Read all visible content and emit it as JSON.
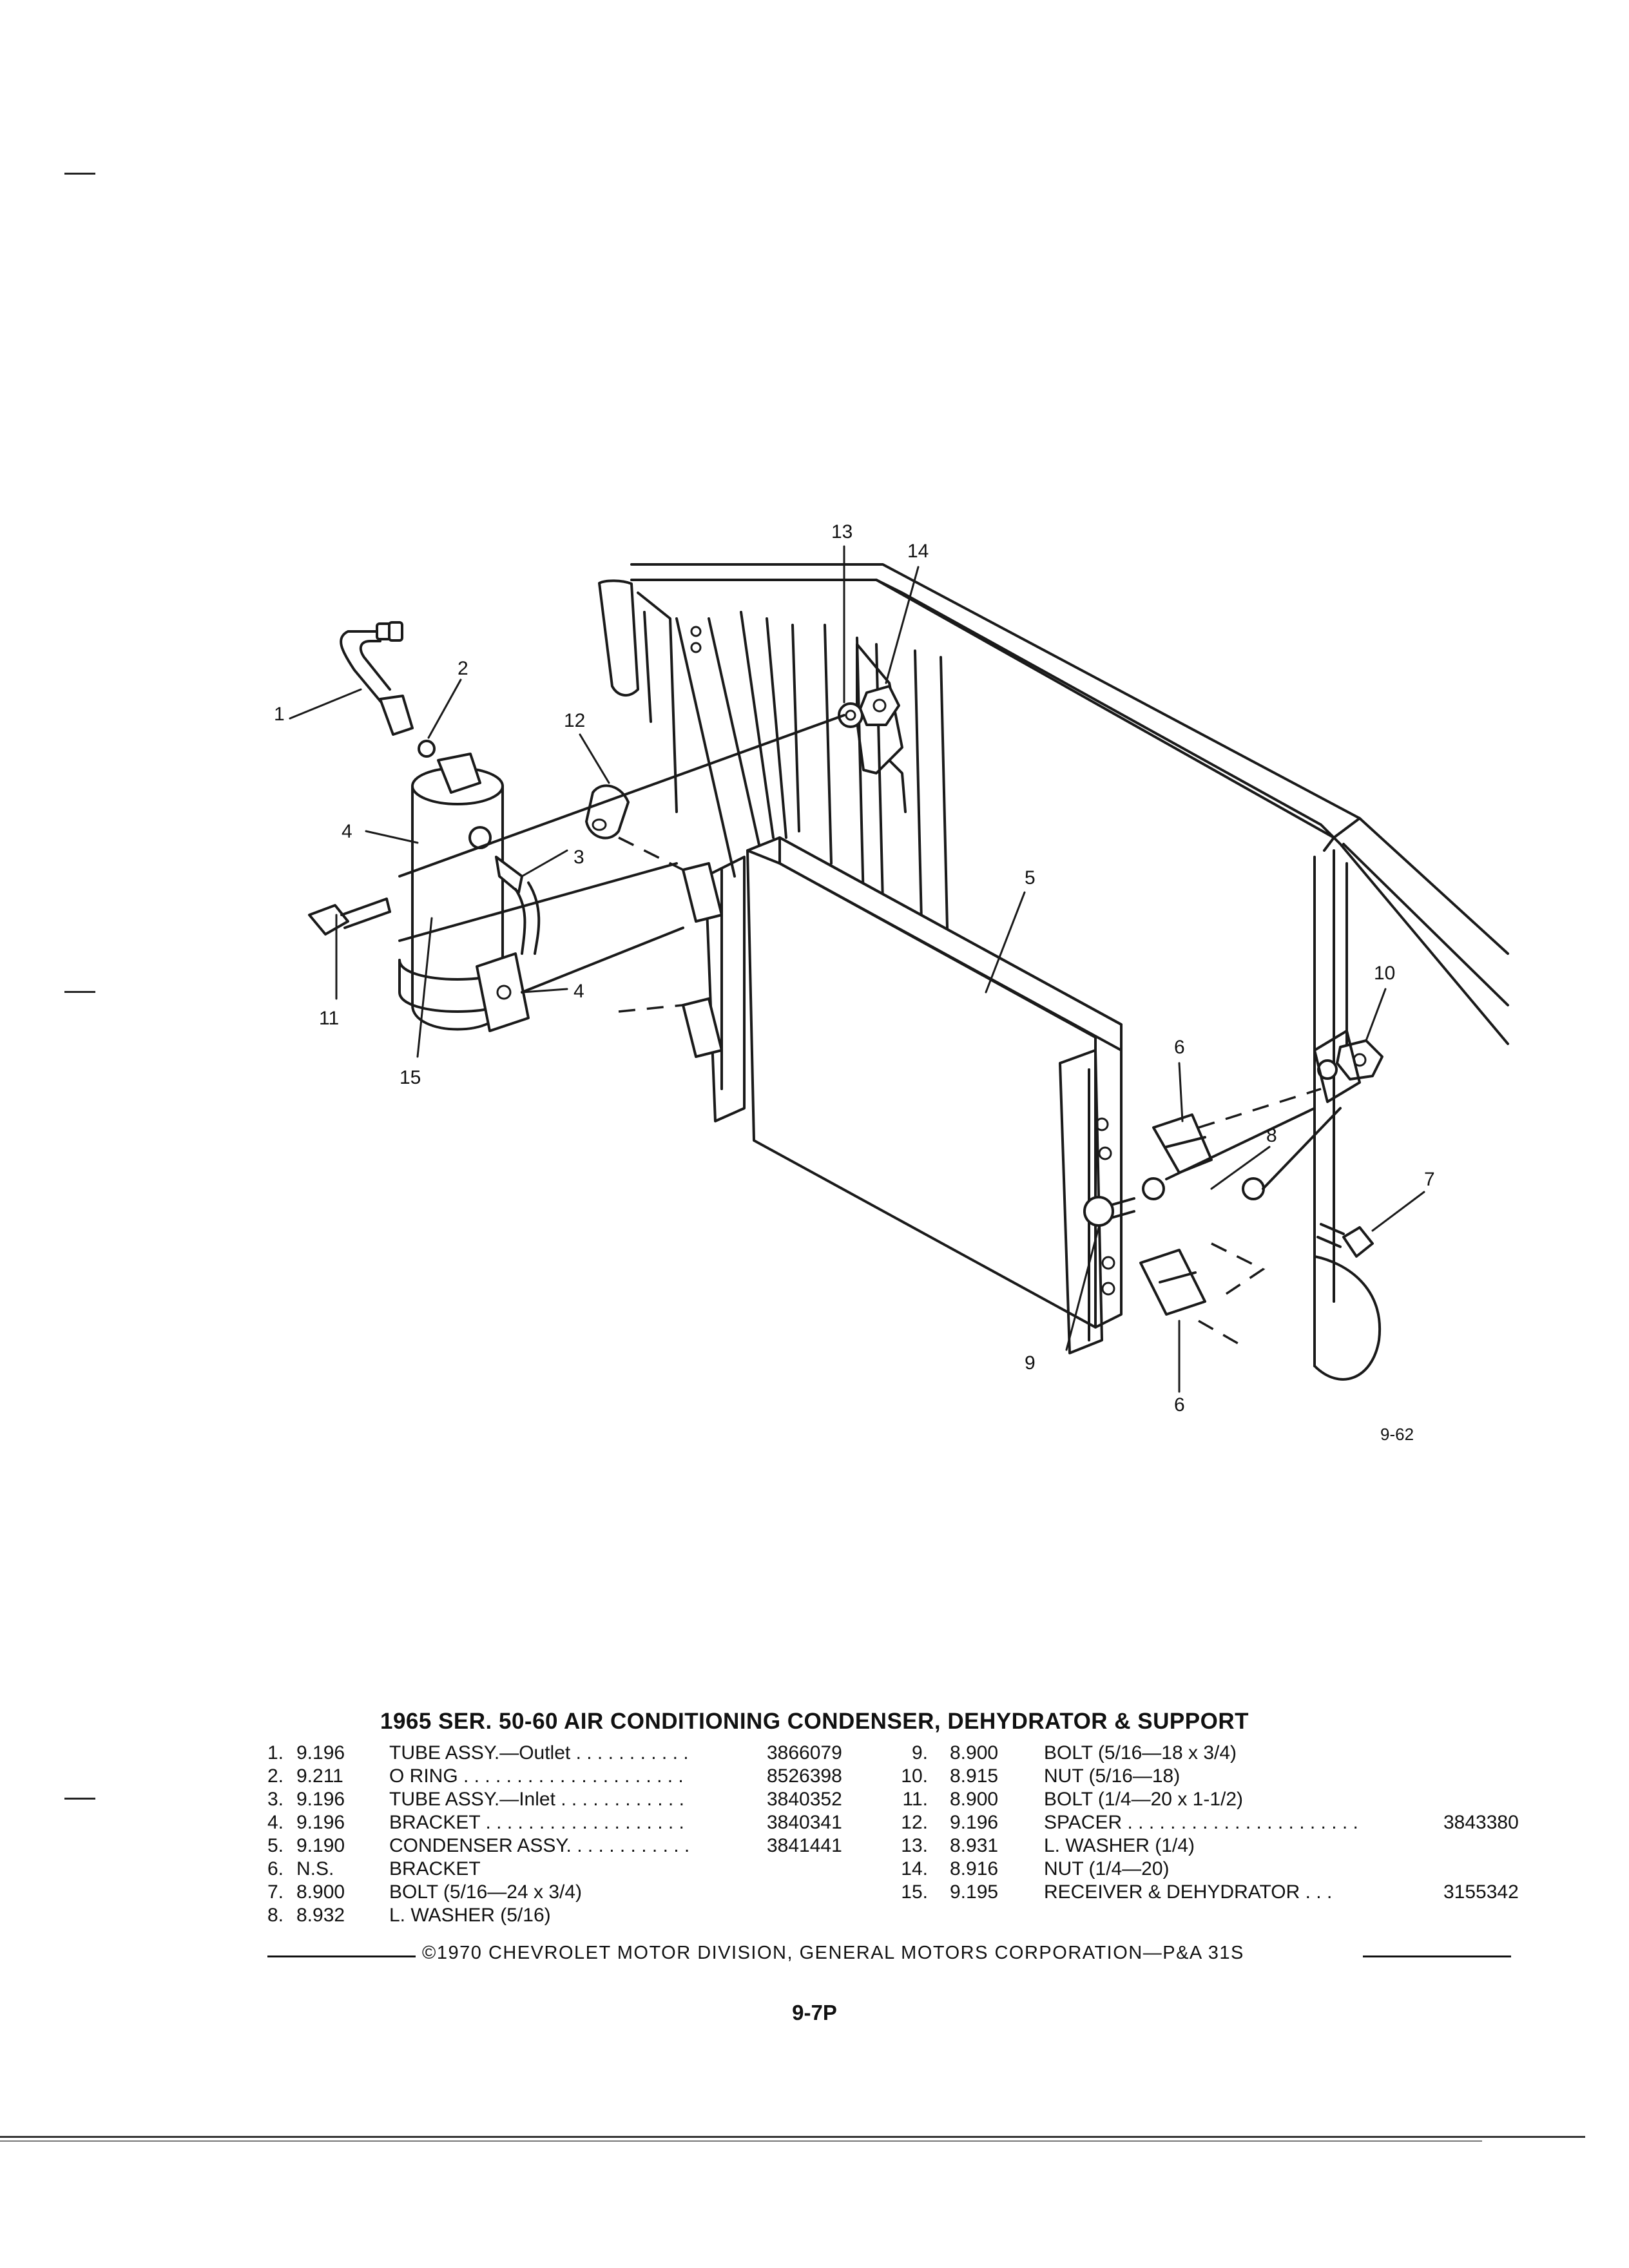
{
  "figure": {
    "callouts": [
      "1",
      "2",
      "3",
      "4",
      "4",
      "5",
      "6",
      "6",
      "7",
      "8",
      "9",
      "10",
      "11",
      "12",
      "13",
      "14",
      "15"
    ],
    "figure_id": "9-62"
  },
  "title": "1965 SER. 50-60 AIR CONDITIONING CONDENSER, DEHYDRATOR & SUPPORT",
  "parts_left": [
    {
      "num": "1.",
      "group": "9.196",
      "desc": "TUBE ASSY.—Outlet . . . . . . . . . . .",
      "part": "3866079"
    },
    {
      "num": "2.",
      "group": "9.211",
      "desc": "O RING . . . . . . . . . . . . . . . . . . . . .",
      "part": "8526398"
    },
    {
      "num": "3.",
      "group": "9.196",
      "desc": "TUBE ASSY.—Inlet . . . . . . . . . . . .",
      "part": "3840352"
    },
    {
      "num": "4.",
      "group": "9.196",
      "desc": "BRACKET . . . . . . . . . . . . . . . . . . .",
      "part": "3840341"
    },
    {
      "num": "5.",
      "group": "9.190",
      "desc": "CONDENSER ASSY. . . . . . . . . . . .",
      "part": "3841441"
    },
    {
      "num": "6.",
      "group": "N.S.",
      "desc": "BRACKET",
      "part": ""
    },
    {
      "num": "7.",
      "group": "8.900",
      "desc": "BOLT (5/16—24 x 3/4)",
      "part": ""
    },
    {
      "num": "8.",
      "group": "8.932",
      "desc": "L. WASHER (5/16)",
      "part": ""
    }
  ],
  "parts_right": [
    {
      "num": "9.",
      "group": "8.900",
      "desc": "BOLT (5/16—18 x 3/4)",
      "part": ""
    },
    {
      "num": "10.",
      "group": "8.915",
      "desc": "NUT (5/16—18)",
      "part": ""
    },
    {
      "num": "11.",
      "group": "8.900",
      "desc": "BOLT (1/4—20 x 1-1/2)",
      "part": ""
    },
    {
      "num": "12.",
      "group": "9.196",
      "desc": "SPACER . . . . . . . . . . . . . . . . . . . . . .",
      "part": "3843380"
    },
    {
      "num": "13.",
      "group": "8.931",
      "desc": "L. WASHER (1/4)",
      "part": ""
    },
    {
      "num": "14.",
      "group": "8.916",
      "desc": "NUT (1/4—20)",
      "part": ""
    },
    {
      "num": "15.",
      "group": "9.195",
      "desc": "RECEIVER & DEHYDRATOR . . .",
      "part": "3155342"
    }
  ],
  "footer": "©1970 CHEVROLET MOTOR DIVISION, GENERAL MOTORS CORPORATION—P&A 31S",
  "page_number": "9-7P"
}
